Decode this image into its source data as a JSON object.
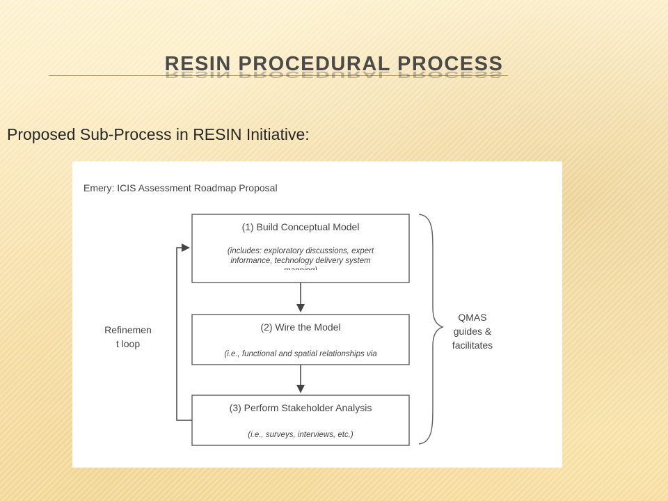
{
  "slide": {
    "title": "RESIN PROCEDURAL PROCESS",
    "subtitle": "Proposed Sub-Process in RESIN Initiative:"
  },
  "diagram": {
    "header": "Emery:  ICIS Assessment Roadmap Proposal",
    "steps": [
      {
        "title": "(1) Build Conceptual Model",
        "desc": [
          "(includes: exploratory discussions, expert",
          "informance, technology delivery system",
          "mapping)"
        ]
      },
      {
        "title": "(2) Wire the Model",
        "desc": [
          "(i.e., functional and spatial relationships via"
        ]
      },
      {
        "title": "(3) Perform Stakeholder Analysis",
        "desc": [
          "(i.e., surveys, interviews, etc.)"
        ]
      }
    ],
    "loop_label": [
      "Refinemen",
      "t loop"
    ],
    "brace_label": [
      "QMAS",
      "guides &",
      "facilitates"
    ]
  }
}
